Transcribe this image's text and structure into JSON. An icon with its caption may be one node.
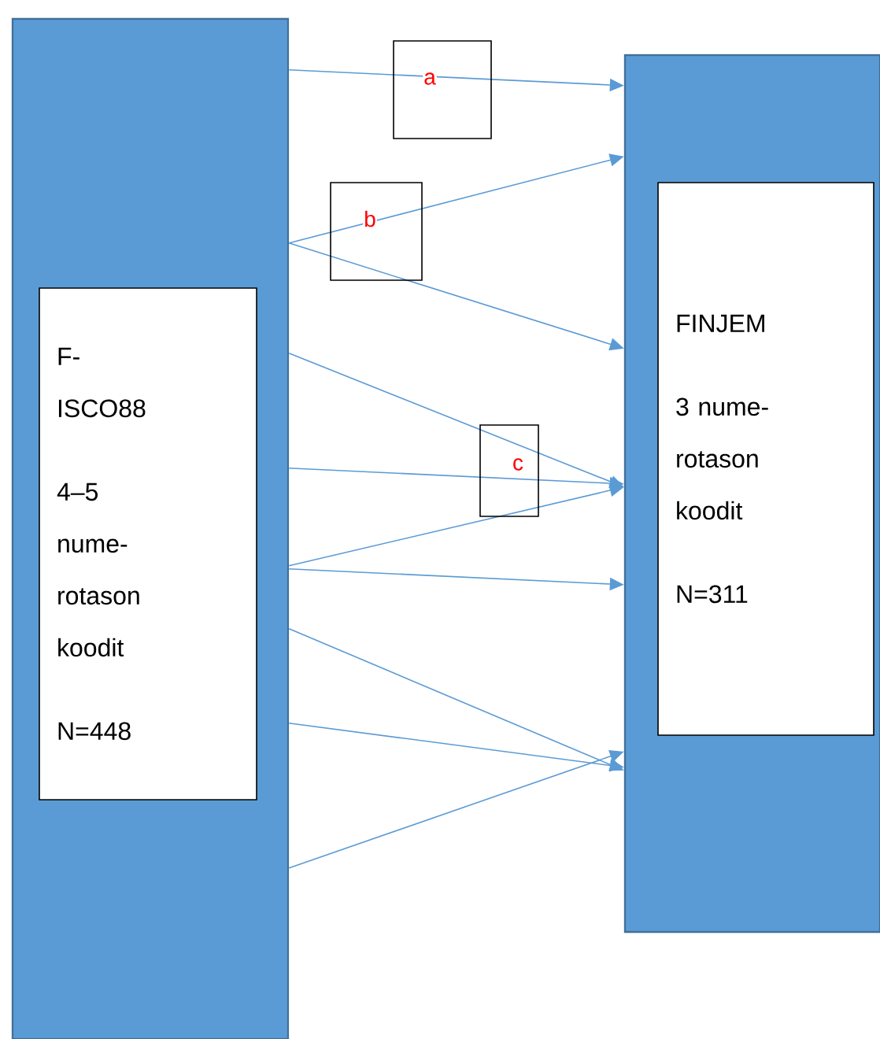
{
  "diagram": {
    "nodes": [
      {
        "text": [],
        "shape": "box"
      },
      {
        "text": [
          "F-ISCO88",
          "4–5 nume-rotason koodit",
          "N=448"
        ],
        "in": 0
      },
      {
        "text": [],
        "shape": "box"
      },
      {
        "text": [
          "FINJEM",
          "3 nume-rotason koodit",
          "N=311"
        ],
        "in": 2
      }
    ],
    "edges": [
      {
        "from": 0,
        "to": 2,
        "arrow": "to",
        "label": "a"
      },
      {
        "from": 0,
        "to": 2,
        "arrow": "to",
        "label": "b"
      },
      {
        "from": 0,
        "to": 2,
        "arrow": "to"
      },
      {
        "from": 0,
        "to": 2,
        "arrow": "to"
      },
      {
        "from": 0,
        "to": 2,
        "arrow": "to",
        "label": "c"
      },
      {
        "from": 0,
        "to": 2,
        "arrow": "to"
      },
      {
        "from": 0,
        "to": 2,
        "arrow": "to"
      },
      {
        "from": 0,
        "to": 2,
        "arrow": "to"
      },
      {
        "from": 0,
        "to": 2,
        "arrow": "to"
      },
      {
        "from": 0,
        "to": 2,
        "arrow": "to"
      }
    ]
  }
}
